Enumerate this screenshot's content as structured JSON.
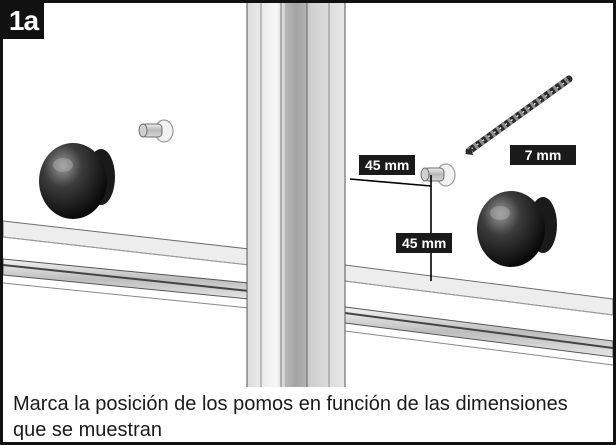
{
  "step": {
    "label": "1a"
  },
  "dimensions": {
    "horizontal": "45 mm",
    "vertical": "45 mm",
    "drill_bit": "7 mm"
  },
  "caption": {
    "text": "Marca la posición de los pomos en función de las dimensiones que se muestran"
  }
}
